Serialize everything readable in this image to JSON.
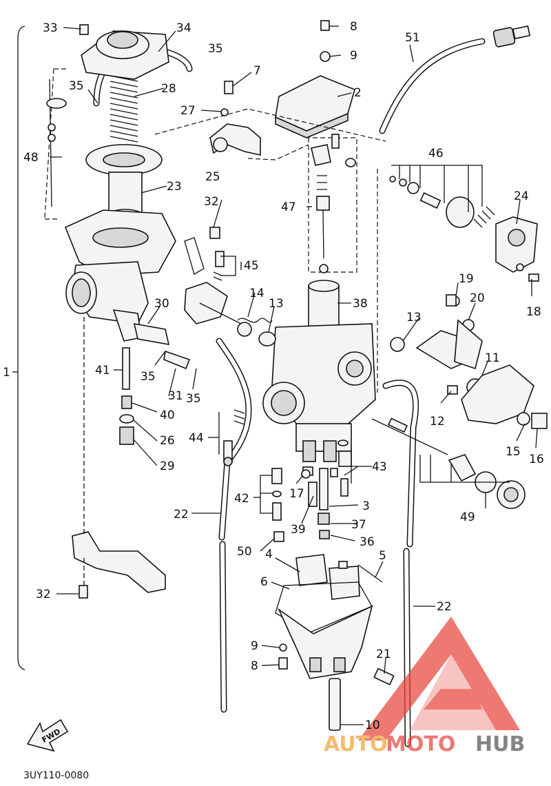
{
  "diagram": {
    "code": "3UY110-0080",
    "fwd_label": "FWD",
    "callouts": [
      {
        "id": "c1",
        "text": "1"
      },
      {
        "id": "c2",
        "text": "2"
      },
      {
        "id": "c3",
        "text": "3"
      },
      {
        "id": "c4",
        "text": "4"
      },
      {
        "id": "c5",
        "text": "5"
      },
      {
        "id": "c6",
        "text": "6"
      },
      {
        "id": "c7",
        "text": "7"
      },
      {
        "id": "c8a",
        "text": "8"
      },
      {
        "id": "c8b",
        "text": "8"
      },
      {
        "id": "c9a",
        "text": "9"
      },
      {
        "id": "c9b",
        "text": "9"
      },
      {
        "id": "c10",
        "text": "10"
      },
      {
        "id": "c11",
        "text": "11"
      },
      {
        "id": "c12",
        "text": "12"
      },
      {
        "id": "c13a",
        "text": "13"
      },
      {
        "id": "c13b",
        "text": "13"
      },
      {
        "id": "c14",
        "text": "14"
      },
      {
        "id": "c15",
        "text": "15"
      },
      {
        "id": "c16",
        "text": "16"
      },
      {
        "id": "c17",
        "text": "17"
      },
      {
        "id": "c18",
        "text": "18"
      },
      {
        "id": "c19",
        "text": "19"
      },
      {
        "id": "c20",
        "text": "20"
      },
      {
        "id": "c21",
        "text": "21"
      },
      {
        "id": "c22a",
        "text": "22"
      },
      {
        "id": "c22b",
        "text": "22"
      },
      {
        "id": "c23",
        "text": "23"
      },
      {
        "id": "c24",
        "text": "24"
      },
      {
        "id": "c25",
        "text": "25"
      },
      {
        "id": "c26",
        "text": "26"
      },
      {
        "id": "c27",
        "text": "27"
      },
      {
        "id": "c28",
        "text": "28"
      },
      {
        "id": "c29",
        "text": "29"
      },
      {
        "id": "c30",
        "text": "30"
      },
      {
        "id": "c31",
        "text": "31"
      },
      {
        "id": "c32a",
        "text": "32"
      },
      {
        "id": "c32b",
        "text": "32"
      },
      {
        "id": "c33",
        "text": "33"
      },
      {
        "id": "c34",
        "text": "34"
      },
      {
        "id": "c35a",
        "text": "35"
      },
      {
        "id": "c35b",
        "text": "35"
      },
      {
        "id": "c35c",
        "text": "35"
      },
      {
        "id": "c35d",
        "text": "35"
      },
      {
        "id": "c36",
        "text": "36"
      },
      {
        "id": "c37",
        "text": "37"
      },
      {
        "id": "c38",
        "text": "38"
      },
      {
        "id": "c39",
        "text": "39"
      },
      {
        "id": "c40",
        "text": "40"
      },
      {
        "id": "c41",
        "text": "41"
      },
      {
        "id": "c42",
        "text": "42"
      },
      {
        "id": "c43",
        "text": "43"
      },
      {
        "id": "c44",
        "text": "44"
      },
      {
        "id": "c45",
        "text": "45"
      },
      {
        "id": "c46",
        "text": "46"
      },
      {
        "id": "c47",
        "text": "47"
      },
      {
        "id": "c48",
        "text": "48"
      },
      {
        "id": "c49",
        "text": "49"
      },
      {
        "id": "c50",
        "text": "50"
      },
      {
        "id": "c51",
        "text": "51"
      }
    ]
  },
  "watermark": {
    "part1": "AUTO",
    "part2": "MOTO",
    "part3": "HUB",
    "color_main": "#e8463e",
    "color_orange": "#f0a23a",
    "color_dark": "#555555"
  }
}
